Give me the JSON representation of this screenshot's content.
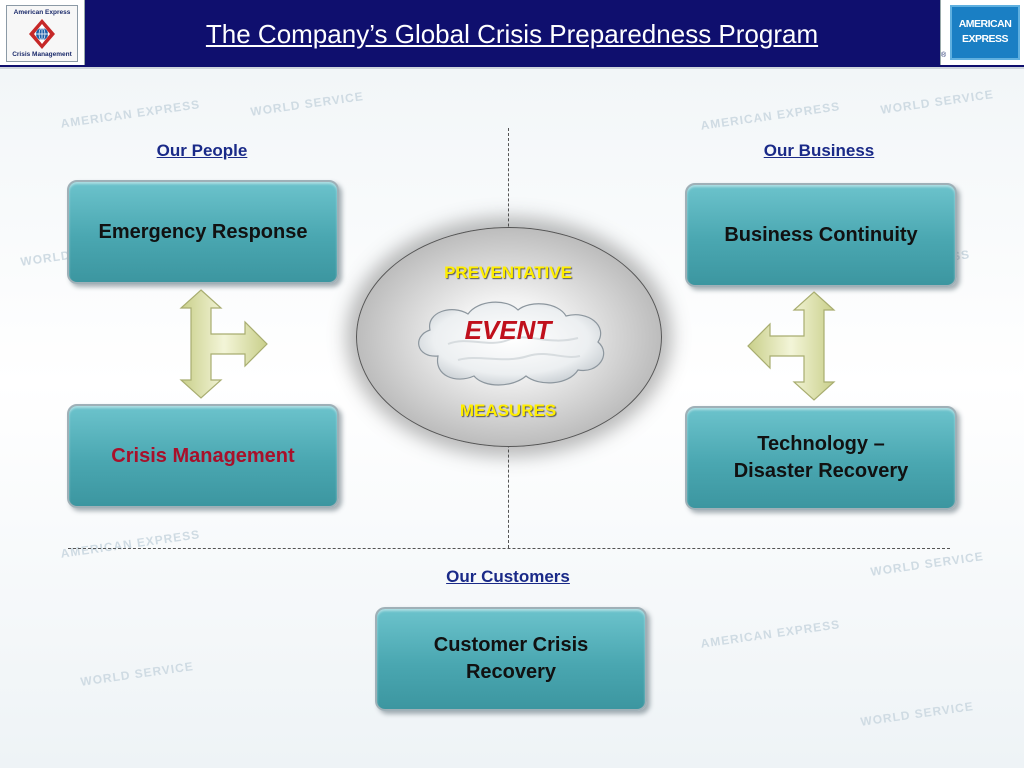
{
  "header": {
    "title": "The Company’s Global Crisis Preparedness Program",
    "left_logo": {
      "top_text": "American Express",
      "bottom_text": "Crisis Management",
      "icon": "crisis-management-emblem-icon"
    },
    "right_logo": {
      "line1": "AMERICAN",
      "line2": "EXPRESS",
      "reg": "®"
    }
  },
  "sections": {
    "people": "Our People",
    "business": "Our Business",
    "customers": "Our Customers"
  },
  "boxes": {
    "emergency_response": "Emergency Response",
    "crisis_management": "Crisis Management",
    "business_continuity": "Business Continuity",
    "technology_line1": "Technology –",
    "technology_line2": "Disaster Recovery",
    "customer_line1": "Customer Crisis",
    "customer_line2": "Recovery"
  },
  "center": {
    "top": "PREVENTATIVE",
    "event": "EVENT",
    "bottom": "MEASURES"
  },
  "watermark": {
    "a": "AMERICAN EXPRESS",
    "b": "WORLD SERVICE"
  },
  "colors": {
    "header_bg": "#0f0f6e",
    "box_fill": "#4aa7b1",
    "section_heading": "#1a2a88",
    "crisis_text": "#a8102a",
    "event_text": "#c0101c",
    "measures_text": "#ffee00"
  }
}
